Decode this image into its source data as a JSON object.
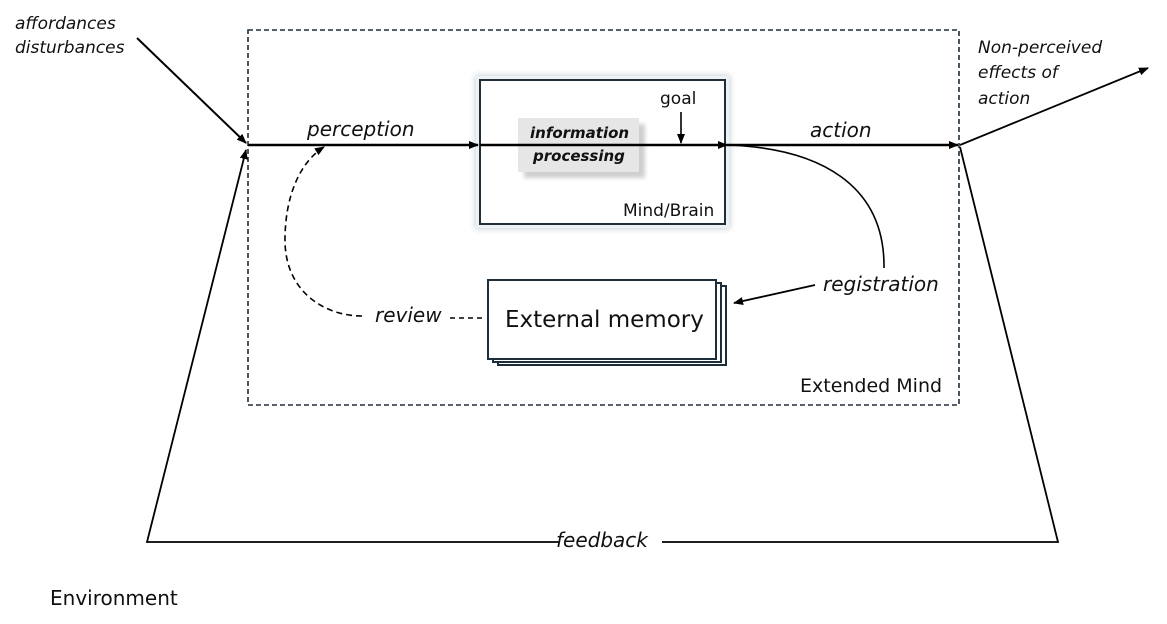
{
  "texts": {
    "affordances": "affordances",
    "disturbances": "disturbances",
    "perception": "perception",
    "information": "information",
    "processing": "processing",
    "goal": "goal",
    "action": "action",
    "mind_brain": "Mind/Brain",
    "non_perceived_1": "Non-perceived",
    "non_perceived_2": "effects of",
    "non_perceived_3": "action",
    "registration": "registration",
    "review": "review",
    "external_memory": "External memory",
    "extended_mind": "Extended Mind",
    "feedback": "feedback",
    "environment": "Environment"
  },
  "colors": {
    "line": "#000000",
    "box_border": "#1e2d3a",
    "tag_fill": "#e6e6e6"
  }
}
